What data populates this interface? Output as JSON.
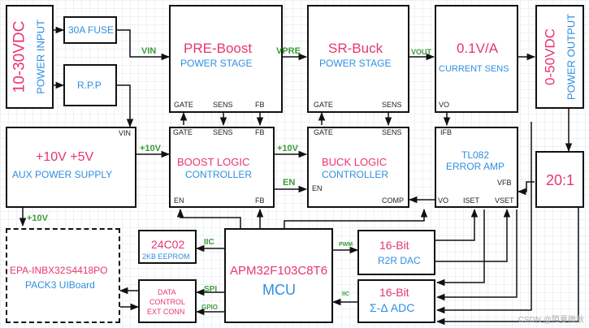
{
  "power_input": {
    "voltage": "10-30VDC",
    "label": "POWER INPUT"
  },
  "fuse": {
    "label": "30A FUSE"
  },
  "rpp": {
    "label": "R.P.P"
  },
  "pre_boost": {
    "title": "PRE-Boost",
    "subtitle": "POWER STAGE",
    "pin_gate": "GATE",
    "pin_sens": "SENS",
    "pin_fb": "FB"
  },
  "sr_buck": {
    "title": "SR-Buck",
    "subtitle": "POWER STAGE",
    "pin_gate": "GATE",
    "pin_sens": "SENS"
  },
  "current_sens": {
    "title": "0.1V/A",
    "subtitle": "CURRENT SENS",
    "pin_vo": "VO"
  },
  "power_output": {
    "voltage": "0-50VDC",
    "label": "POWER OUTPUT"
  },
  "aux_power": {
    "title": "+10V +5V",
    "subtitle": "AUX POWER SUPPLY",
    "pin_vin": "VIN"
  },
  "boost_logic": {
    "line1": "BOOST LOGIC",
    "line2": "CONTROLLER",
    "pin_gate": "GATE",
    "pin_sens": "SENS",
    "pin_fb": "FB",
    "pin_en": "EN",
    "pin_fb2": "FB"
  },
  "buck_logic": {
    "line1": "BUCK LOGIC",
    "line2": "CONTROLLER",
    "pin_gate": "GATE",
    "pin_sens": "SENS",
    "pin_en": "EN",
    "pin_comp": "COMP"
  },
  "error_amp": {
    "line1": "TL082",
    "line2": "ERROR AMP",
    "pin_ifb": "IFB",
    "pin_vfb": "VFB",
    "pin_vo": "VO",
    "pin_iset": "ISET",
    "pin_vset": "VSET"
  },
  "divider": {
    "label": "20:1"
  },
  "eeprom": {
    "title": "24C02",
    "subtitle": "2KB EEPROM"
  },
  "mcu": {
    "title": "APM32F103C8T6",
    "subtitle": "MCU"
  },
  "dac": {
    "title": "16-Bit",
    "subtitle": "R2R DAC"
  },
  "adc": {
    "title": "16-Bit",
    "subtitle": "Σ-Δ ADC"
  },
  "ui_board": {
    "line1": "EPA-INBX32S4418PO",
    "line2": "PACK3 UIBoard"
  },
  "data_conn": {
    "line1": "DATA",
    "line2": "CONTROL",
    "line3": "EXT CONN"
  },
  "signals": {
    "vin": "VIN",
    "vpre": "VPRE",
    "vout": "VOUT",
    "plus10v_a": "+10V",
    "plus10v_b": "+10V",
    "plus10v_c": "+10V",
    "en": "EN",
    "iic_a": "IIC",
    "iic_b": "IIC",
    "pwm": "PWM",
    "spi": "SPI",
    "gpio": "GPIO"
  },
  "watermark": "CSDN @陌夏微秋"
}
